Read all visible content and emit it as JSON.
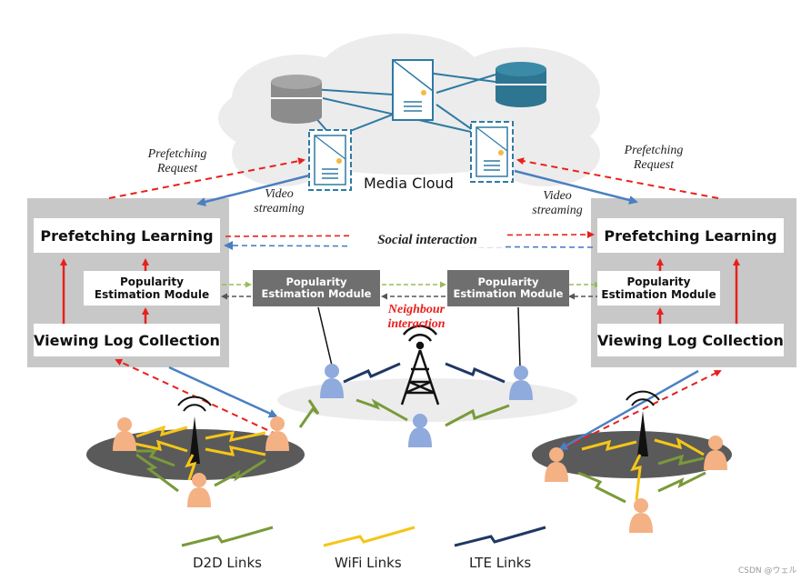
{
  "cloud": {
    "label": "Media Cloud"
  },
  "left_panel": {
    "prefetching_learning": "Prefetching Learning",
    "popularity_module": [
      "Popularity",
      "Estimation Module"
    ],
    "viewing_log": "Viewing Log Collection"
  },
  "right_panel": {
    "prefetching_learning": "Prefetching Learning",
    "popularity_module": [
      "Popularity",
      "Estimation Module"
    ],
    "viewing_log": "Viewing Log Collection"
  },
  "middle_modules": {
    "left": [
      "Popularity",
      "Estimation Module"
    ],
    "right": [
      "Popularity",
      "Estimation Module"
    ]
  },
  "labels": {
    "prefetch_left": [
      "Prefetching",
      "Request"
    ],
    "prefetch_right": [
      "Prefetching",
      "Request"
    ],
    "video_left": [
      "Video",
      "streaming"
    ],
    "video_right": [
      "Video",
      "streaming"
    ],
    "social": "Social interaction",
    "neighbour": [
      "Neighbour",
      "interaction"
    ]
  },
  "legend": {
    "d2d": "D2D Links",
    "wifi": "WiFi Links",
    "lte": "LTE Links"
  },
  "watermark": "CSDN @ウェル",
  "colors": {
    "d2d": "#7a9a3a",
    "wifi": "#f5c518",
    "lte": "#1f3864",
    "red": "#e8201b",
    "blue": "#4a7fc1",
    "panel": "#c8c8c8",
    "module_dark": "#6f6f6f",
    "user": "#f4b183",
    "user_blue": "#8faadc"
  }
}
